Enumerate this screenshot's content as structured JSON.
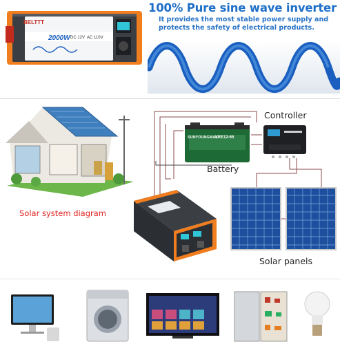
{
  "headline": "100% Pure sine wave inverter",
  "subtext": "It provides the most stable power supply and protects the safety of electrical products.",
  "inverter": {
    "brand": "BELTTT",
    "model_text": "2000W",
    "model_suffix": "DC 12V",
    "ac_side": "AC 110V"
  },
  "diagram": {
    "controller_label": "Controller",
    "battery_label": "Battery",
    "battery_brand": "SUNYOUNGMAX",
    "battery_model": "LRE12-65",
    "solar_system_label": "Solar system diagram",
    "solar_panels_label": "Solar panels"
  },
  "colors": {
    "headline": "#1f6fc8",
    "sine_wave": "#1a5fbf",
    "inverter_orange": "#f07d1e",
    "inverter_body": "#3b3f44",
    "solar_label": "#e02020",
    "panel_blue": "#1d4f9e",
    "battery_green": "#1e6a36"
  },
  "appliances": [
    {
      "name": "monitor-icon"
    },
    {
      "name": "washing-machine-icon"
    },
    {
      "name": "television-icon"
    },
    {
      "name": "refrigerator-icon"
    },
    {
      "name": "light-bulb-icon"
    }
  ]
}
